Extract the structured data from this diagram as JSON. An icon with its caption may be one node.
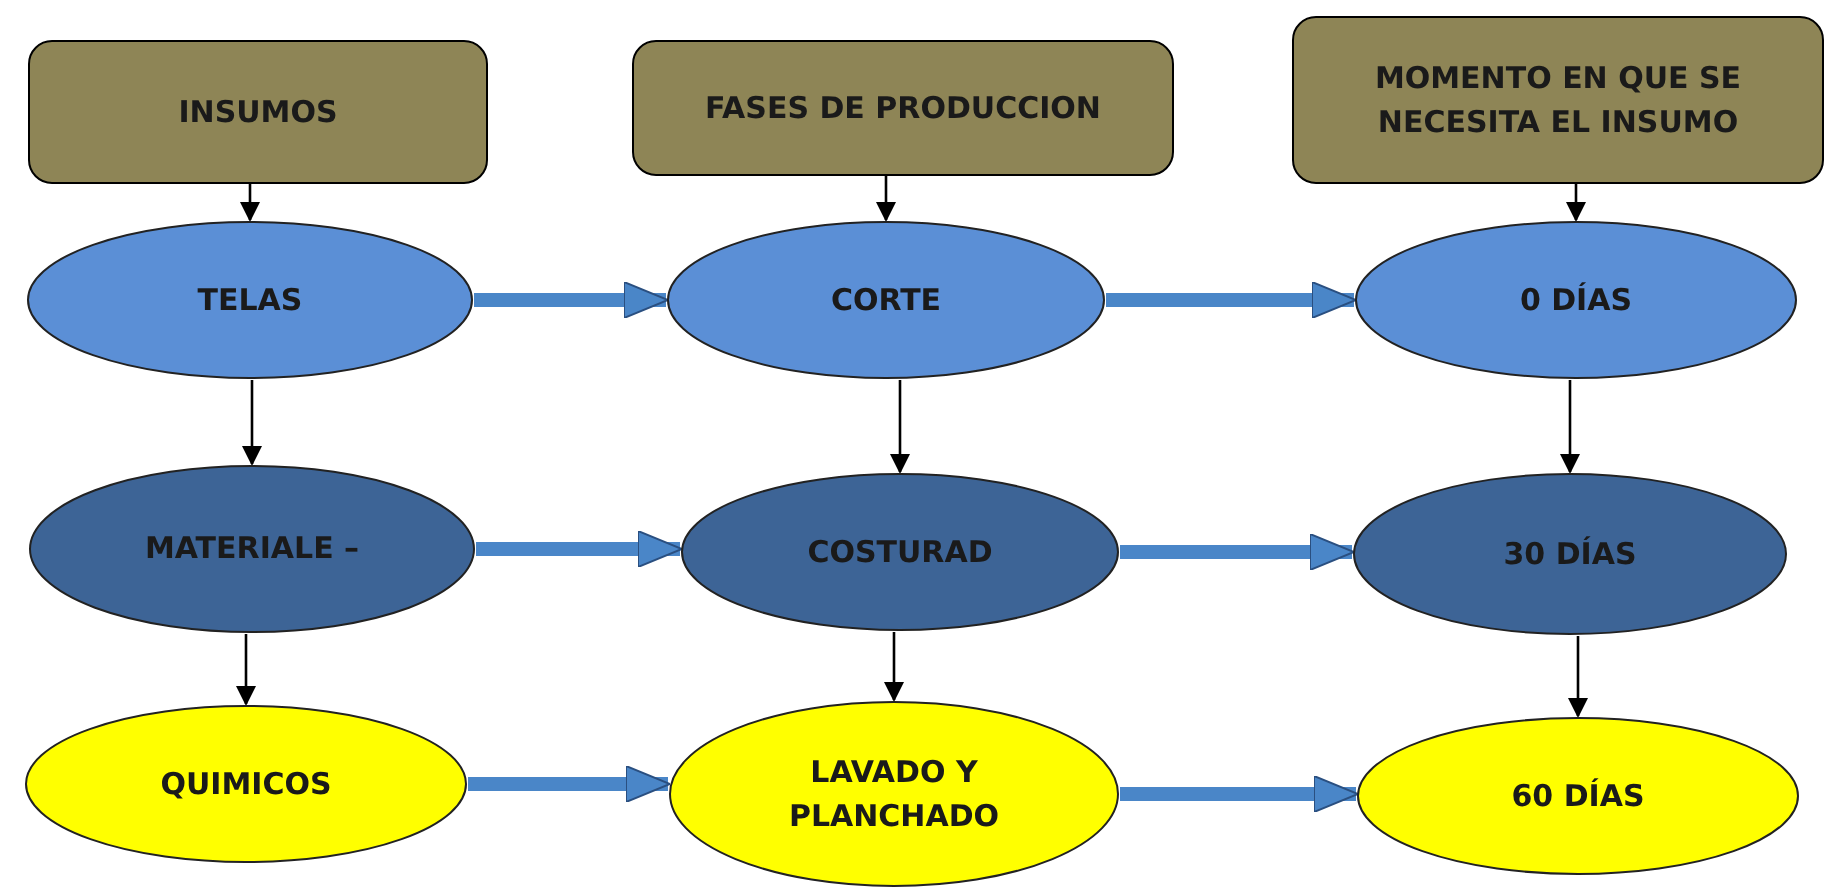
{
  "diagram": {
    "nodes": [
      {
        "text": [
          "INSUMOS"
        ]
      },
      {
        "text": [
          "FASES DE PRODUCCION"
        ]
      },
      {
        "text": [
          "MOMENTO EN QUE SE NECESITA EL INSUMO"
        ]
      },
      {
        "text": [
          "TELAS"
        ]
      },
      {
        "text": [
          "CORTE"
        ]
      },
      {
        "text": [
          "0 DÍAS"
        ]
      },
      {
        "text": [
          "MATERIALE –"
        ]
      },
      {
        "text": [
          "COSTURAD"
        ]
      },
      {
        "text": [
          "30 DÍAS"
        ]
      },
      {
        "text": [
          "QUIMICOS"
        ]
      },
      {
        "text": [
          "LAVADO Y PLANCHADO"
        ]
      },
      {
        "text": [
          "60 DÍAS"
        ]
      }
    ],
    "edges": [
      {
        "from": 0,
        "to": 3,
        "arrow": "to"
      },
      {
        "from": 1,
        "to": 4,
        "arrow": "to"
      },
      {
        "from": 2,
        "to": 5,
        "arrow": "to"
      },
      {
        "from": 3,
        "to": 4,
        "arrow": "to",
        "style": "thick",
        "color": "#4a86c8"
      },
      {
        "from": 4,
        "to": 5,
        "arrow": "to",
        "style": "thick",
        "color": "#4a86c8"
      },
      {
        "from": 3,
        "to": 6,
        "arrow": "to"
      },
      {
        "from": 4,
        "to": 7,
        "arrow": "to"
      },
      {
        "from": 5,
        "to": 8,
        "arrow": "to"
      },
      {
        "from": 6,
        "to": 7,
        "arrow": "to",
        "style": "thick",
        "color": "#4a86c8"
      },
      {
        "from": 7,
        "to": 8,
        "arrow": "to",
        "style": "thick",
        "color": "#4a86c8"
      },
      {
        "from": 6,
        "to": 9,
        "arrow": "to"
      },
      {
        "from": 7,
        "to": 10,
        "arrow": "to"
      },
      {
        "from": 8,
        "to": 11,
        "arrow": "to"
      },
      {
        "from": 9,
        "to": 10,
        "arrow": "to",
        "style": "thick",
        "color": "#4a86c8"
      },
      {
        "from": 10,
        "to": 11,
        "arrow": "to",
        "style": "thick",
        "color": "#4a86c8"
      }
    ]
  }
}
